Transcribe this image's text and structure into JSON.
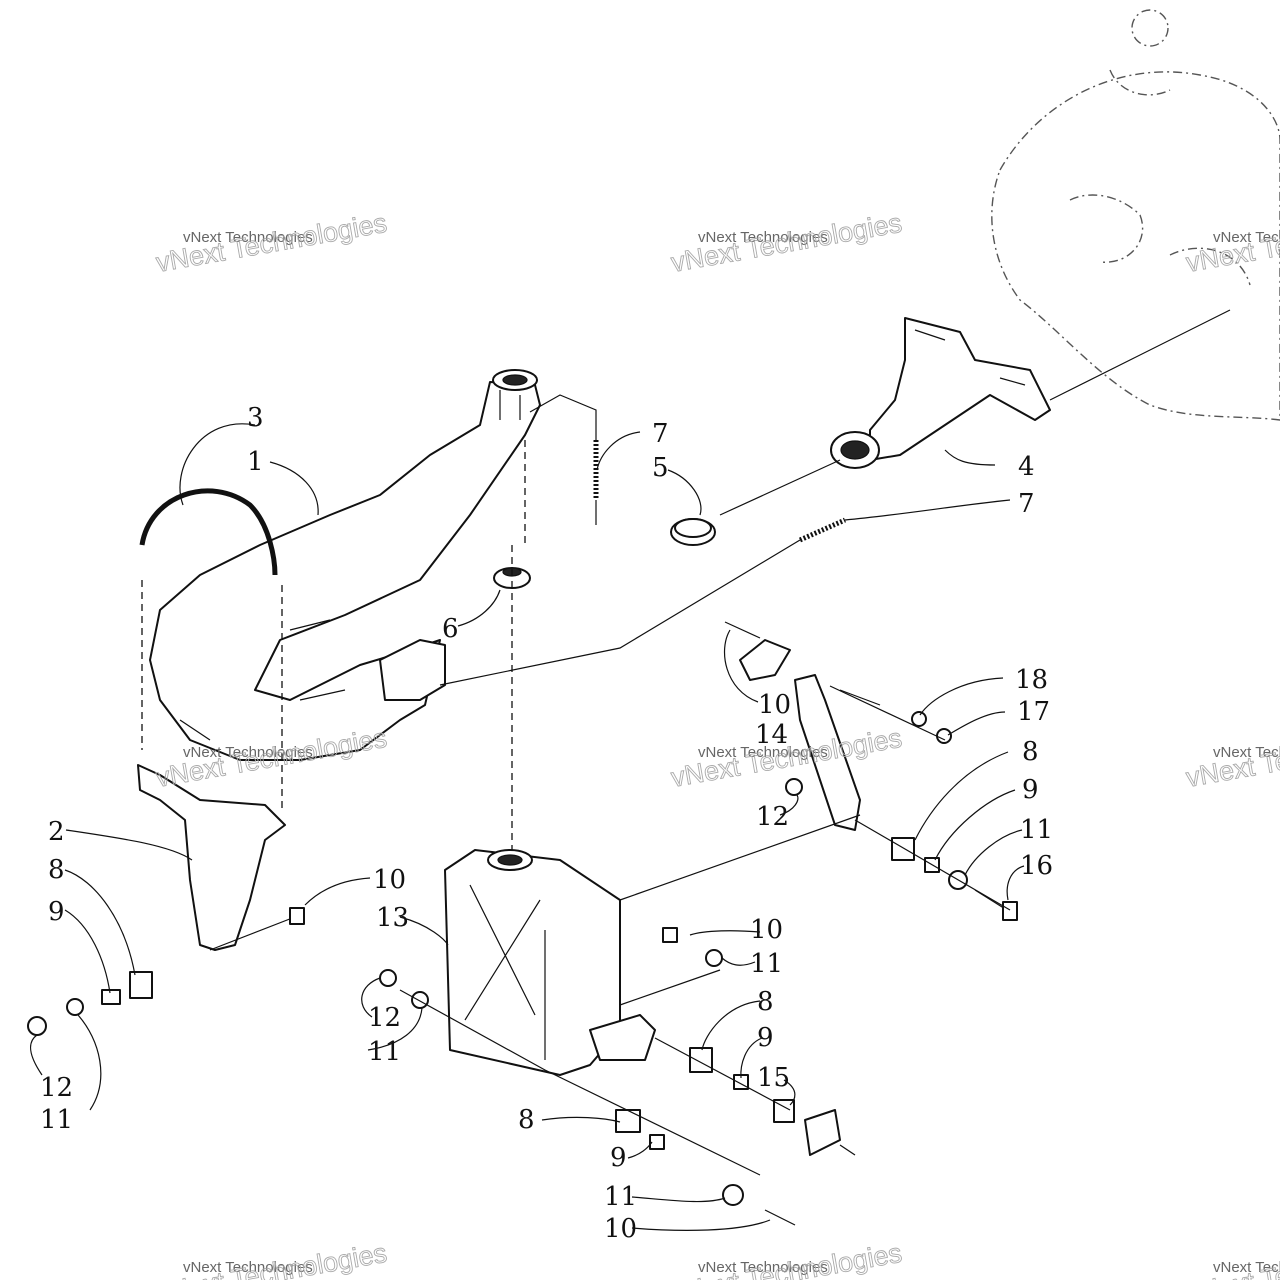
{
  "watermark": {
    "line_small": "vNext Technologies",
    "line_big": "vNext Technologies"
  },
  "callouts": [
    {
      "label": "3"
    },
    {
      "label": "1"
    },
    {
      "label": "7"
    },
    {
      "label": "5"
    },
    {
      "label": "4"
    },
    {
      "label": "7"
    },
    {
      "label": "6"
    },
    {
      "label": "10"
    },
    {
      "label": "14"
    },
    {
      "label": "18"
    },
    {
      "label": "17"
    },
    {
      "label": "8"
    },
    {
      "label": "9"
    },
    {
      "label": "12"
    },
    {
      "label": "11"
    },
    {
      "label": "16"
    },
    {
      "label": "2"
    },
    {
      "label": "8"
    },
    {
      "label": "10"
    },
    {
      "label": "9"
    },
    {
      "label": "13"
    },
    {
      "label": "10"
    },
    {
      "label": "11"
    },
    {
      "label": "8"
    },
    {
      "label": "12"
    },
    {
      "label": "9"
    },
    {
      "label": "11"
    },
    {
      "label": "15"
    },
    {
      "label": "12"
    },
    {
      "label": "8"
    },
    {
      "label": "11"
    },
    {
      "label": "9"
    },
    {
      "label": "11"
    },
    {
      "label": "10"
    }
  ]
}
